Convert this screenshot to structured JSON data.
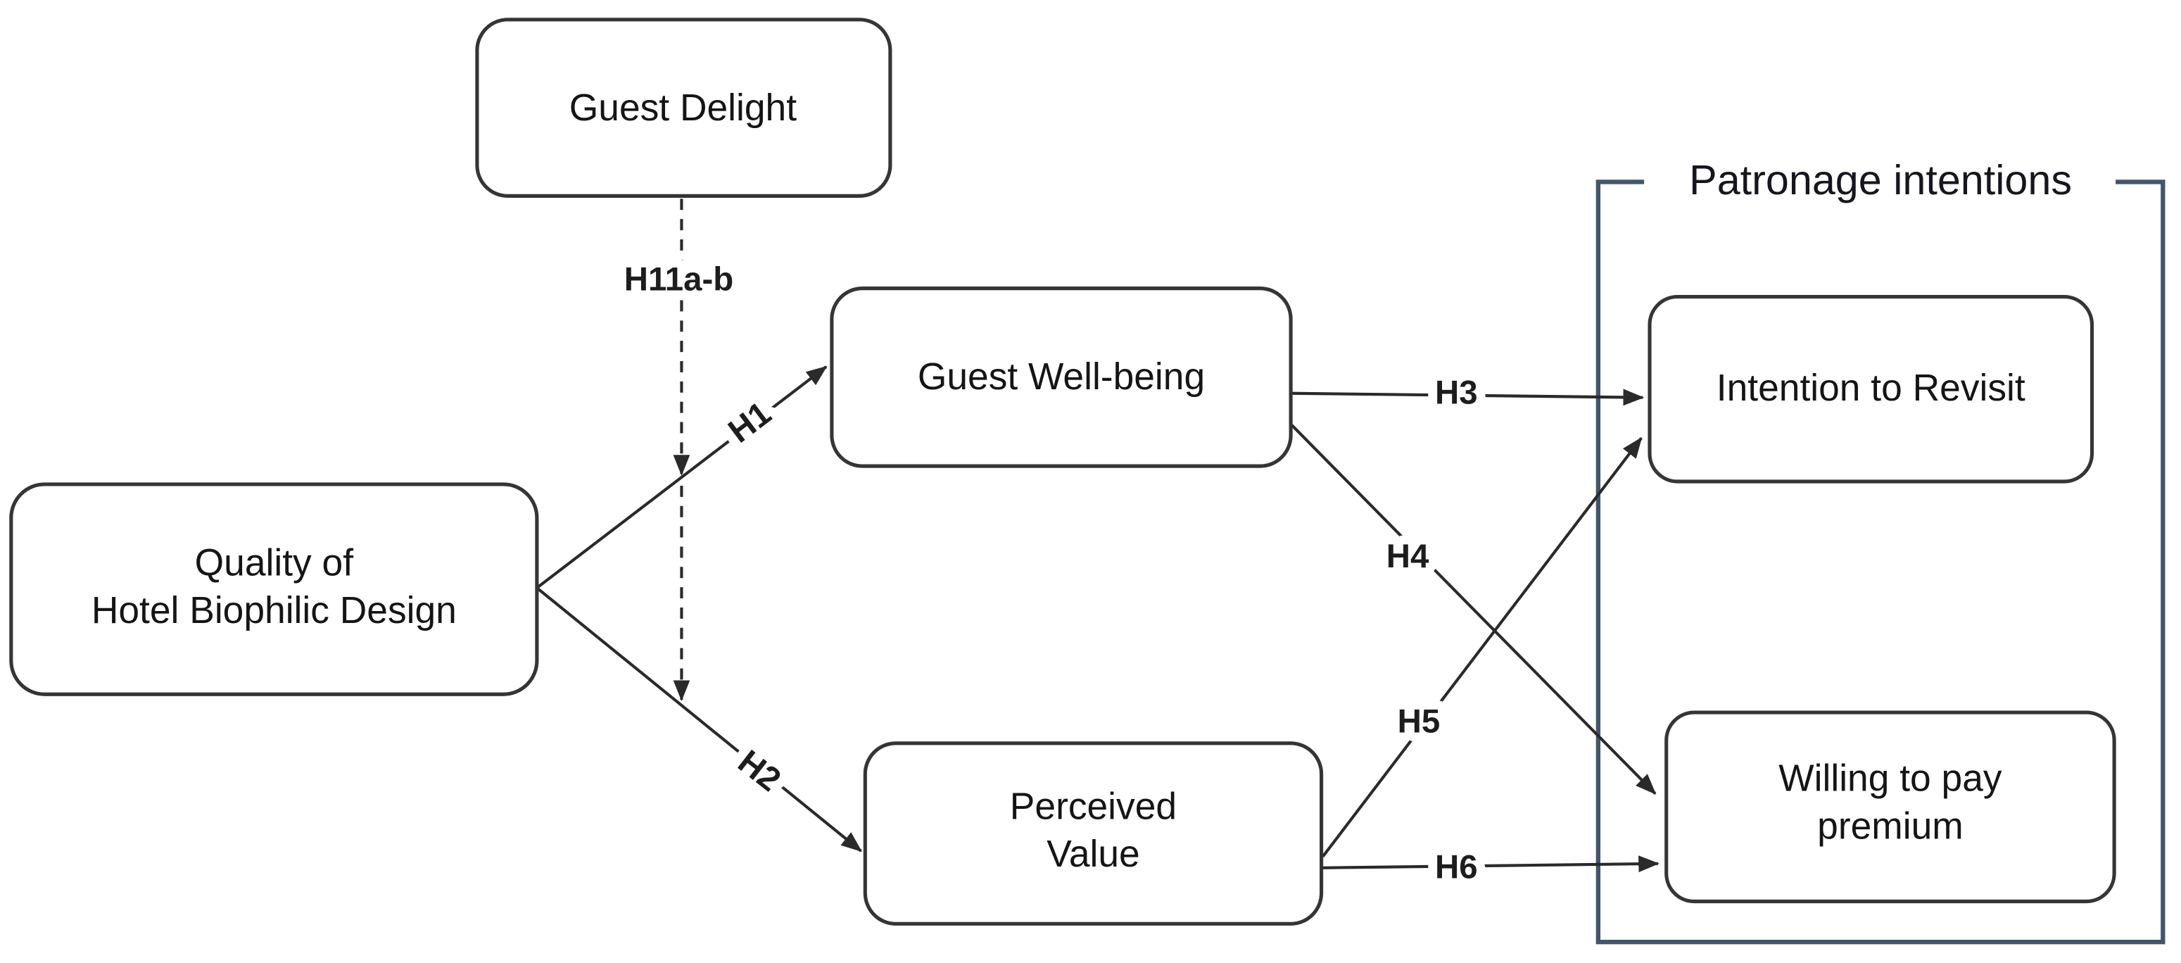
{
  "nodes": {
    "guest_delight": {
      "lines": [
        "Guest Delight"
      ]
    },
    "quality": {
      "lines": [
        "Quality of",
        "Hotel Biophilic Design"
      ]
    },
    "wellbeing": {
      "lines": [
        "Guest Well-being"
      ]
    },
    "perceived": {
      "lines": [
        "Perceived",
        "Value"
      ]
    },
    "intention": {
      "lines": [
        "Intention to Revisit"
      ]
    },
    "willing": {
      "lines": [
        "Willing to pay",
        "premium"
      ]
    }
  },
  "group": {
    "label": "Patronage intentions",
    "border_color": "#41566b",
    "members": [
      "Intention to Revisit",
      "Willing to pay premium"
    ]
  },
  "edges": [
    {
      "label": "H1",
      "from": "Quality of Hotel Biophilic Design",
      "to": "Guest Well-being",
      "style": "solid"
    },
    {
      "label": "H2",
      "from": "Quality of Hotel Biophilic Design",
      "to": "Perceived Value",
      "style": "solid"
    },
    {
      "label": "H3",
      "from": "Guest Well-being",
      "to": "Intention to Revisit",
      "style": "solid"
    },
    {
      "label": "H4",
      "from": "Guest Well-being",
      "to": "Willing to pay premium",
      "style": "solid"
    },
    {
      "label": "H5",
      "from": "Perceived Value",
      "to": "Intention to Revisit",
      "style": "solid"
    },
    {
      "label": "H6",
      "from": "Perceived Value",
      "to": "Willing to pay premium",
      "style": "solid"
    },
    {
      "label": "H11a-b",
      "from": "Guest Delight",
      "to": "H1 and H2 paths",
      "style": "dashed"
    }
  ],
  "colors": {
    "background": "#ffffff",
    "box_border": "#353535",
    "connector": "#2a2a2a",
    "group_border": "#41566b",
    "text": "#151515"
  }
}
